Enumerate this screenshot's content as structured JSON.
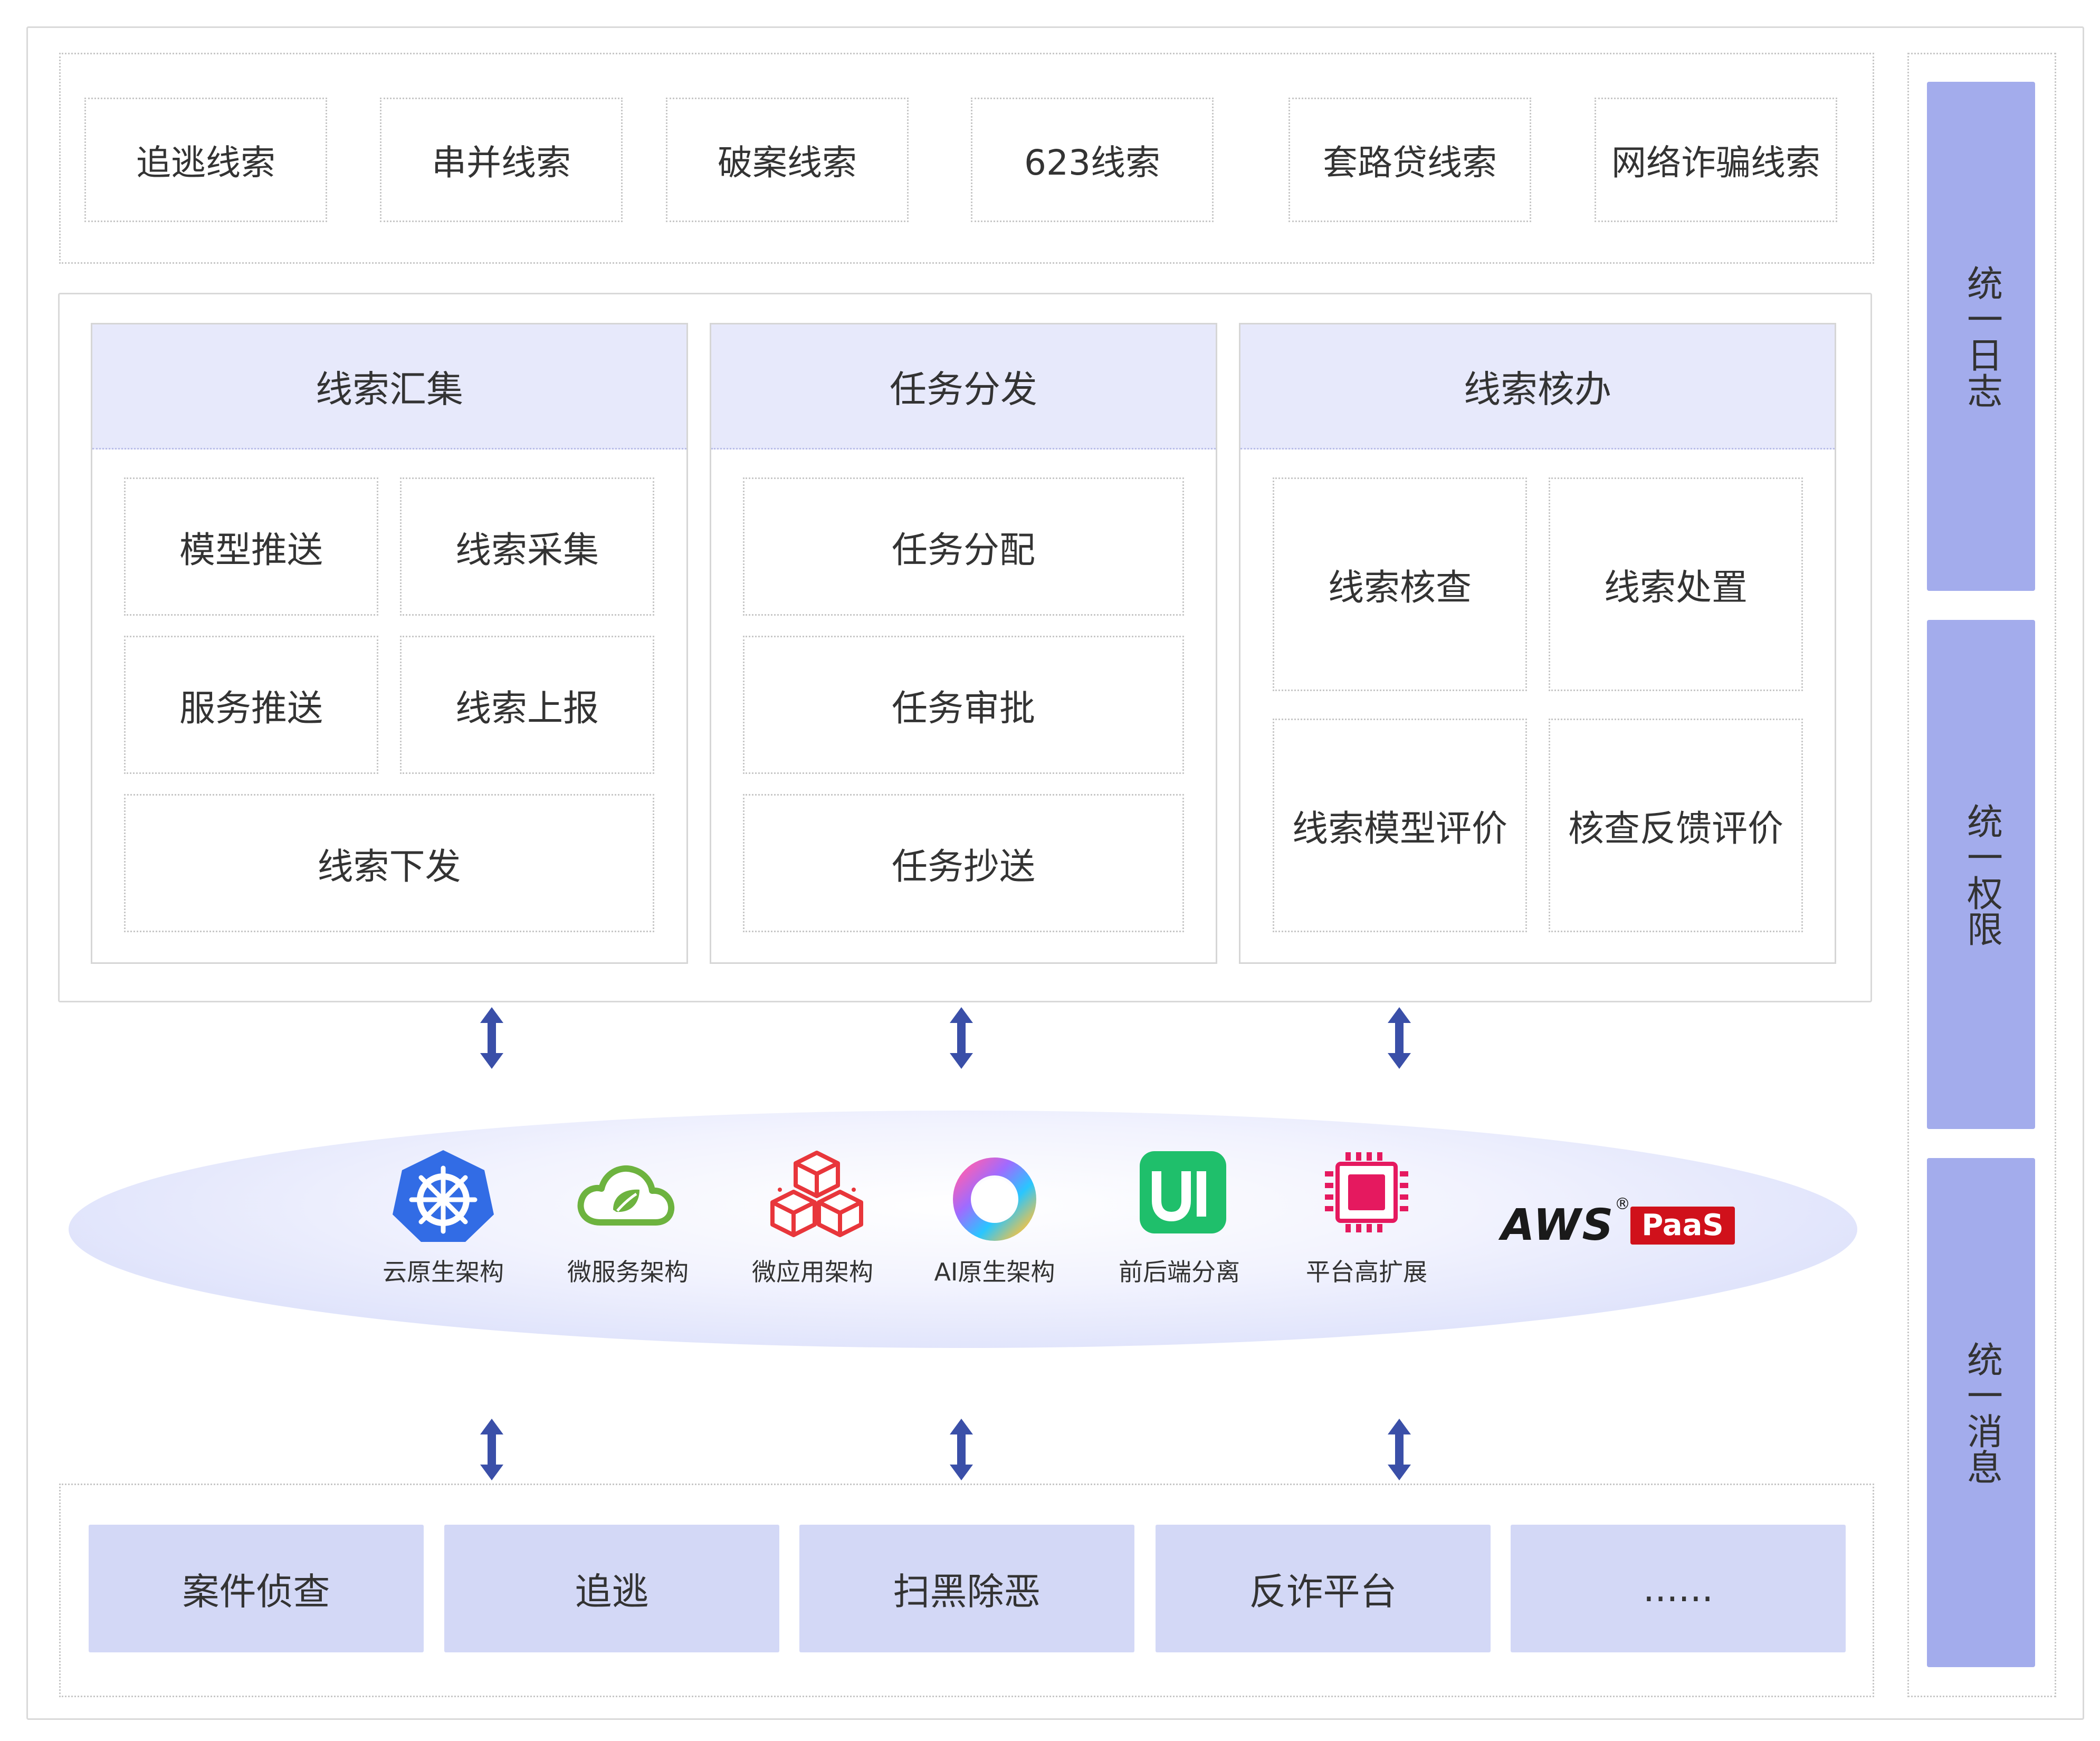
{
  "top_row": [
    "追逃线索",
    "串并线索",
    "破案线索",
    "623线索",
    "套路贷线索",
    "网络诈骗线索"
  ],
  "panels": {
    "collect": {
      "title": "线索汇集",
      "items": [
        "模型推送",
        "线索采集",
        "服务推送",
        "线索上报",
        "线索下发"
      ]
    },
    "dispatch": {
      "title": "任务分发",
      "items": [
        "任务分配",
        "任务审批",
        "任务抄送"
      ]
    },
    "handle": {
      "title": "线索核办",
      "items": [
        "线索核查",
        "线索处置",
        "线索模型评价",
        "核查反馈评价"
      ]
    }
  },
  "tech": [
    {
      "label": "云原生架构",
      "icon": "kubernetes-icon"
    },
    {
      "label": "微服务架构",
      "icon": "spring-cloud-icon"
    },
    {
      "label": "微应用架构",
      "icon": "cubes-icon"
    },
    {
      "label": "AI原生架构",
      "icon": "ai-ring-icon"
    },
    {
      "label": "前后端分离",
      "icon": "ui-icon"
    },
    {
      "label": "平台高扩展",
      "icon": "chip-icon"
    }
  ],
  "aws_logo": {
    "text": "AWS",
    "badge": "PaaS",
    "mark": "®"
  },
  "bottom_row": [
    "案件侦查",
    "追逃",
    "扫黑除恶",
    "反诈平台",
    "......"
  ],
  "side": [
    "统一日志",
    "统一权限",
    "统一消息"
  ],
  "colors": {
    "accent_bar": "#a3acec",
    "panel_head": "#e7e9fb",
    "bottom_box": "#d3d8f6",
    "arrow": "#3a4fa8",
    "kubernetes": "#326ce5",
    "spring": "#6db33f",
    "cubes": "#e8363b",
    "ui_icon": "#1fbf6b",
    "chip": "#e5195f",
    "aws_red": "#d0111b"
  }
}
